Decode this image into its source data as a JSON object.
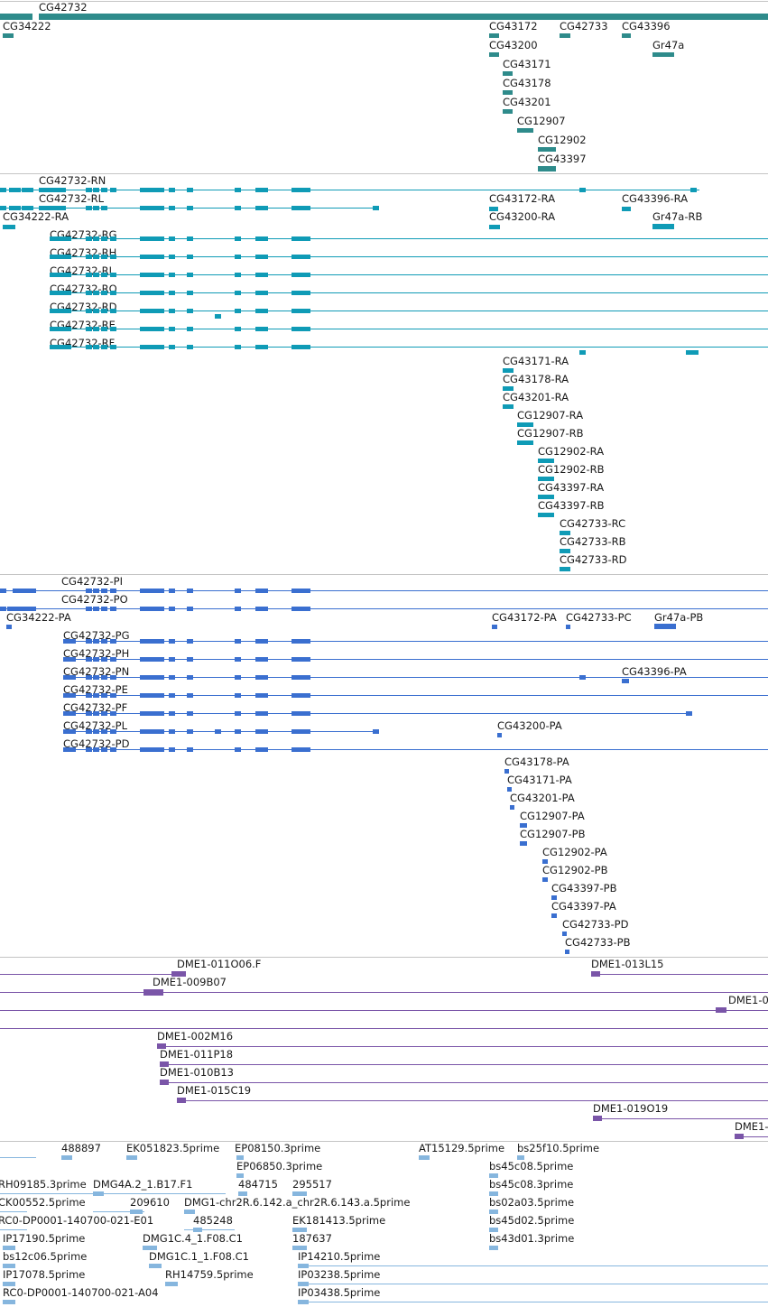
{
  "tracks": [
    {
      "name": "gene",
      "color": "#2e8b8b",
      "features": [
        {
          "label": "CG42732",
          "row": 0
        },
        {
          "label": "CG34222",
          "row": 1
        },
        {
          "label": "CG43172",
          "row": 1
        },
        {
          "label": "CG42733",
          "row": 1
        },
        {
          "label": "CG43396",
          "row": 1
        },
        {
          "label": "CG43200",
          "row": 2
        },
        {
          "label": "Gr47a",
          "row": 2
        },
        {
          "label": "CG43171",
          "row": 3
        },
        {
          "label": "CG43178",
          "row": 4
        },
        {
          "label": "CG43201",
          "row": 5
        },
        {
          "label": "CG12907",
          "row": 6
        },
        {
          "label": "CG12902",
          "row": 7
        },
        {
          "label": "CG43397",
          "row": 8
        }
      ]
    },
    {
      "name": "mrna",
      "color": "#0f9bb6",
      "features": [
        {
          "label": "CG42732-RN"
        },
        {
          "label": "CG42732-RL"
        },
        {
          "label": "CG43172-RA"
        },
        {
          "label": "CG43396-RA"
        },
        {
          "label": "CG34222-RA"
        },
        {
          "label": "CG43200-RA"
        },
        {
          "label": "Gr47a-RB"
        },
        {
          "label": "CG42732-RG"
        },
        {
          "label": "CG42732-RH"
        },
        {
          "label": "CG42732-RI"
        },
        {
          "label": "CG42732-RO"
        },
        {
          "label": "CG42732-RD"
        },
        {
          "label": "CG42732-RE"
        },
        {
          "label": "CG42732-RF"
        },
        {
          "label": "CG43171-RA"
        },
        {
          "label": "CG43178-RA"
        },
        {
          "label": "CG43201-RA"
        },
        {
          "label": "CG12907-RA"
        },
        {
          "label": "CG12907-RB"
        },
        {
          "label": "CG12902-RA"
        },
        {
          "label": "CG12902-RB"
        },
        {
          "label": "CG43397-RA"
        },
        {
          "label": "CG43397-RB"
        },
        {
          "label": "CG42733-RC"
        },
        {
          "label": "CG42733-RB"
        },
        {
          "label": "CG42733-RD"
        }
      ]
    },
    {
      "name": "cds",
      "color": "#3a6fd0",
      "features": [
        {
          "label": "CG42732-PI"
        },
        {
          "label": "CG42732-PO"
        },
        {
          "label": "CG34222-PA"
        },
        {
          "label": "CG43172-PA"
        },
        {
          "label": "CG42733-PC"
        },
        {
          "label": "Gr47a-PB"
        },
        {
          "label": "CG42732-PG"
        },
        {
          "label": "CG42732-PH"
        },
        {
          "label": "CG42732-PN"
        },
        {
          "label": "CG43396-PA"
        },
        {
          "label": "CG42732-PE"
        },
        {
          "label": "CG42732-PF"
        },
        {
          "label": "CG42732-PL"
        },
        {
          "label": "CG43200-PA"
        },
        {
          "label": "CG42732-PD"
        },
        {
          "label": "CG43178-PA"
        },
        {
          "label": "CG43171-PA"
        },
        {
          "label": "CG43201-PA"
        },
        {
          "label": "CG12907-PA"
        },
        {
          "label": "CG12907-PB"
        },
        {
          "label": "CG12902-PA"
        },
        {
          "label": "CG12902-PB"
        },
        {
          "label": "CG43397-PB"
        },
        {
          "label": "CG43397-PA"
        },
        {
          "label": "CG42733-PD"
        },
        {
          "label": "CG42733-PB"
        }
      ]
    },
    {
      "name": "bac",
      "color": "#7a55a8",
      "features": [
        {
          "label": "DME1-011O06.F"
        },
        {
          "label": "DME1-013L15"
        },
        {
          "label": "DME1-009B07"
        },
        {
          "label": "DME1-0"
        },
        {
          "label": "DME1-002M16"
        },
        {
          "label": "DME1-011P18"
        },
        {
          "label": "DME1-010B13"
        },
        {
          "label": "DME1-015C19"
        },
        {
          "label": "DME1-019O19"
        },
        {
          "label": "DME1-"
        }
      ]
    },
    {
      "name": "est",
      "color": "#86b6de",
      "features": [
        {
          "label": "488897"
        },
        {
          "label": "EK051823.5prime"
        },
        {
          "label": "EP08150.3prime"
        },
        {
          "label": "AT15129.5prime"
        },
        {
          "label": "bs25f10.5prime"
        },
        {
          "label": "EP06850.3prime"
        },
        {
          "label": "bs45c08.5prime"
        },
        {
          "label": "RH09185.3prime"
        },
        {
          "label": "DMG4A.2_1.B17.F1"
        },
        {
          "label": "484715"
        },
        {
          "label": "295517"
        },
        {
          "label": "bs45c08.3prime"
        },
        {
          "label": "CK00552.5prime"
        },
        {
          "label": "209610"
        },
        {
          "label": "DMG1-chr2R.6.142.a_chr2R.6.143.a.5prime"
        },
        {
          "label": "bs02a03.5prime"
        },
        {
          "label": "RC0-DP0001-140700-021-E01"
        },
        {
          "label": "485248"
        },
        {
          "label": "EK181413.5prime"
        },
        {
          "label": "bs45d02.5prime"
        },
        {
          "label": "IP17190.5prime"
        },
        {
          "label": "DMG1C.4_1.F08.C1"
        },
        {
          "label": "187637"
        },
        {
          "label": "bs43d01.3prime"
        },
        {
          "label": "bs12c06.5prime"
        },
        {
          "label": "DMG1C.1_1.F08.C1"
        },
        {
          "label": "IP14210.5prime"
        },
        {
          "label": "IP17078.5prime"
        },
        {
          "label": "RH14759.5prime"
        },
        {
          "label": "IP03238.5prime"
        },
        {
          "label": "RC0-DP0001-140700-021-A04"
        },
        {
          "label": "IP03438.5prime"
        }
      ]
    }
  ]
}
